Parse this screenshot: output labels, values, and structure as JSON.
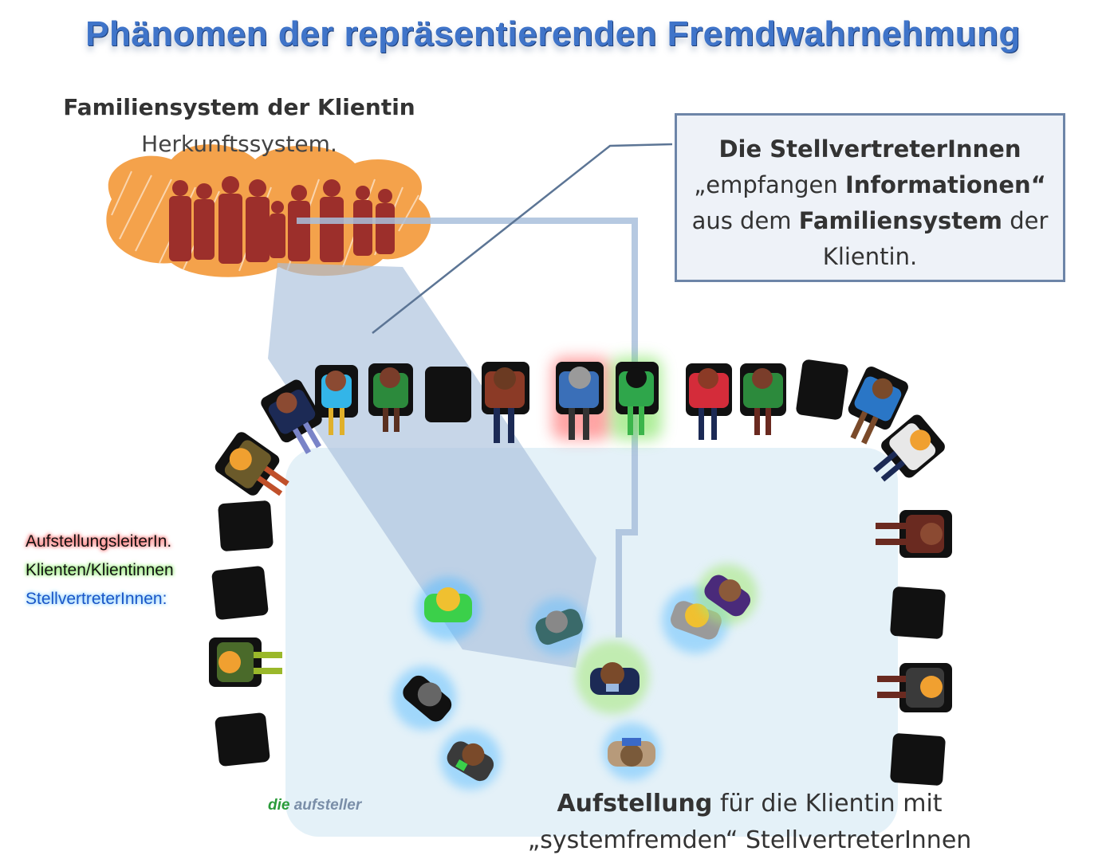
{
  "title": "Phänomen der repräsentierenden Fremdwahrnehmung",
  "family": {
    "title": "Familiensystem der Klientin",
    "subtitle": "Herkunftssystem."
  },
  "info_box": {
    "line1": "Die StellvertreterInnen",
    "line2_a": "„empfangen",
    "line2_b": "Informationen“",
    "line3_a": "aus dem",
    "line3_b": "Familiensystem",
    "line3_c": "der",
    "line4": "Klientin."
  },
  "legend": {
    "leader": "AufstellungsleiterIn.",
    "clients": "Klienten/Klientinnen",
    "representatives": "StellvertreterInnen:"
  },
  "caption": {
    "bold": "Aufstellung",
    "rest1": "für die Klientin mit",
    "line2": "„systemfremden“ StellvertreterInnen"
  },
  "logo": {
    "mark": "die",
    "text": "aufsteller"
  },
  "colors": {
    "title": "#3f74c9",
    "cloud": "#f39a3c",
    "silhouette": "#9c2f2b",
    "room": "#e4f1f8",
    "beam": "#a9c0dc",
    "box_border": "#6d85a8",
    "glow_leader": "#ff5a5a",
    "glow_client": "#6ee04a",
    "glow_rep": "#4fb8ff"
  }
}
